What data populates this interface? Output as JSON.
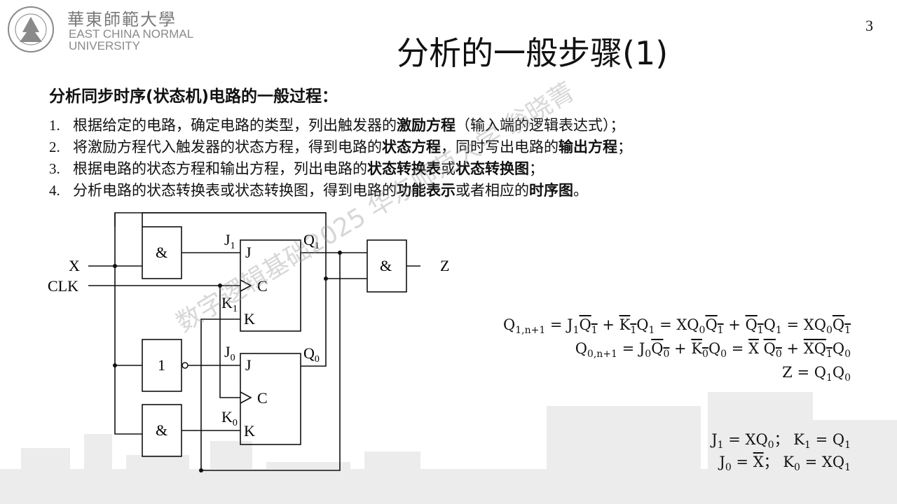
{
  "header": {
    "logo_cn": "華東師範大學",
    "logo_en_line1": "EAST CHINA NORMAL",
    "logo_en_line2": "UNIVERSITY",
    "page_number": "3"
  },
  "title": "分析的一般步骤(1)",
  "subtitle": "分析同步时序(状态机)电路的一般过程：",
  "steps": [
    {
      "num": "1.",
      "text_a": "根据给定的电路，确定电路的类型，列出触发器的",
      "bold_a": "激励方程",
      "text_b": "（输入端的逻辑表达式）；"
    },
    {
      "num": "2.",
      "text_a": "将激励方程代入触发器的状态方程，得到电路的",
      "bold_a": "状态方程",
      "text_b": "，同时写出电路的",
      "bold_b": "输出方程",
      "text_c": "；"
    },
    {
      "num": "3.",
      "text_a": "根据电路的状态方程和输出方程，列出电路的",
      "bold_a": "状态转换表",
      "text_b": "或",
      "bold_b": "状态转换图",
      "text_c": "；"
    },
    {
      "num": "4.",
      "text_a": "分析电路的状态转换表或状态转换图，得到电路的",
      "bold_a": "功能表示",
      "text_b": "或者相应的",
      "bold_b": "时序图",
      "text_c": "。"
    }
  ],
  "circuit": {
    "input_x": "X",
    "input_clk": "CLK",
    "output_z": "Z",
    "gate_and_top": "&",
    "gate_not": "1",
    "gate_and_bottom": "&",
    "gate_and_out": "&",
    "ff1_j": "J",
    "ff1_c": "C",
    "ff1_k": "K",
    "ff0_j": "J",
    "ff0_c": "C",
    "ff0_k": "K",
    "lbl_j1": "J",
    "lbl_j1_sub": "1",
    "lbl_k1": "K",
    "lbl_k1_sub": "1",
    "lbl_q1": "Q",
    "lbl_q1_sub": "1",
    "lbl_j0": "J",
    "lbl_j0_sub": "0",
    "lbl_k0": "K",
    "lbl_k0_sub": "0",
    "lbl_q0": "Q",
    "lbl_q0_sub": "0"
  },
  "watermark": "数字逻辑基础2025 华东师范大学 翁晓菁",
  "equations": {
    "eq1_lhs": "Q",
    "eq1_lhs_sub": "1,n+1",
    "eq2_lhs": "Q",
    "eq2_lhs_sub": "0,n+1",
    "eq3": "Z = Q",
    "j1_eq": "J",
    "k1_eq": "K",
    "j0_eq": "J",
    "k0_eq": "K"
  }
}
